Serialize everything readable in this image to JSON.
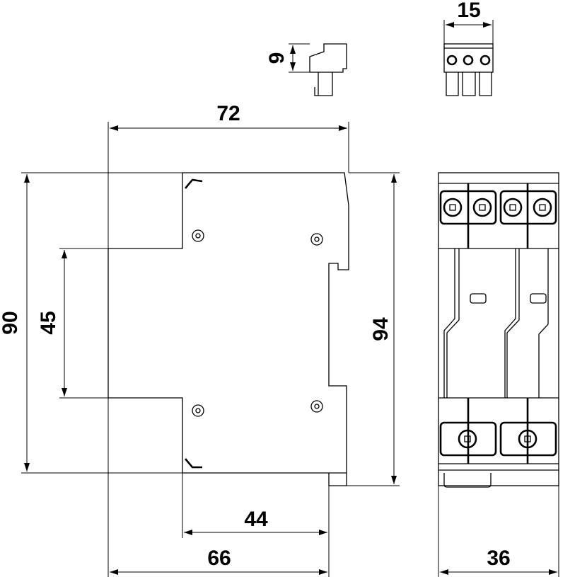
{
  "title": "Dimensional drawing",
  "dimensions": {
    "width_total": "72",
    "height_90": "90",
    "height_45": "45",
    "height_94": "94",
    "depth_44": "44",
    "depth_66": "66",
    "front_width": "36",
    "connector_width": "15",
    "connector_height": "9"
  },
  "colors": {
    "line": "#000000",
    "background": "#ffffff"
  }
}
